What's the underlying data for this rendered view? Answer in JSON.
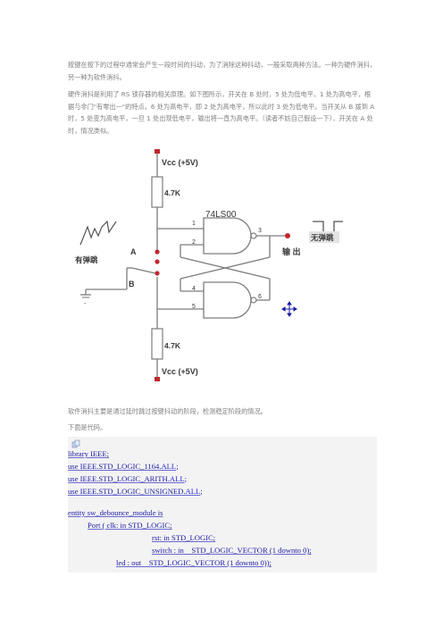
{
  "intro": "按键在按下的过程中通常会产生一段时间的抖动，为了消除这种抖动，一般采取两种方法。一种为硬件消抖，另一种为软件消抖。",
  "hardware": "硬件消抖是利用了 RS 锁存器的相关原理。如下图所示，开关在 B 处时，5 处为低电平，1 处为高电平，根据与非门\"有零出一\"的特点，6 处为高电平，即 2 处为高电平，所以此时 3 处为低电平。当开关从 B 拨到 A 时，5 处变为高电平，一旦 1 处出现低电平，输出将一直为高电平。（读者不妨自己假设一下），开关在 A 处时，情况类似。",
  "circuit": {
    "vcc_top": "Vcc (+5V)",
    "vcc_bottom": "Vcc (+5V)",
    "r_top": "4.7K",
    "r_bottom": "4.7K",
    "chip": "74LS00",
    "bounce": "有弹跳",
    "no_bounce": "无弹跳",
    "output": "输 出",
    "switch_a": "A",
    "switch_b": "B",
    "ground": "-",
    "pins": [
      "1",
      "2",
      "3",
      "4",
      "5",
      "6"
    ]
  },
  "software": "软件消抖主要是通过延时跳过按键抖动的阶段，检测稳定阶段的情况。",
  "code_intro": "下面是代码。",
  "code": {
    "line1": "library IEEE;",
    "line2a": "use IEEE.STD_LOGIC_1164.",
    "line2b": "ALL",
    "line2c": ";",
    "line3a": "use IEEE.STD_LOGIC_ARITH.",
    "line3b": "ALL",
    "line3c": ";",
    "line4a": "use IEEE.STD_LOGIC_UNSIGNED.",
    "line4b": "ALL",
    "line4c": ";",
    "line5": "entity sw_debounce_module is",
    "line6": "Port ( clk: in STD_LOGIC;",
    "line7": "rst: in STD_LOGIC;",
    "line8": "switch : in    STD_LOGIC_VECTOR (1 downto 0);",
    "line9": "led : out    STD_LOGIC_VECTOR (1 downto 0));"
  },
  "colors": {
    "text": "#808080",
    "code_text": "#1a1aa6",
    "code_bg": "#f3f3f3",
    "circuit_red": "#c0282d",
    "circuit_gray": "#7d7d7d"
  }
}
